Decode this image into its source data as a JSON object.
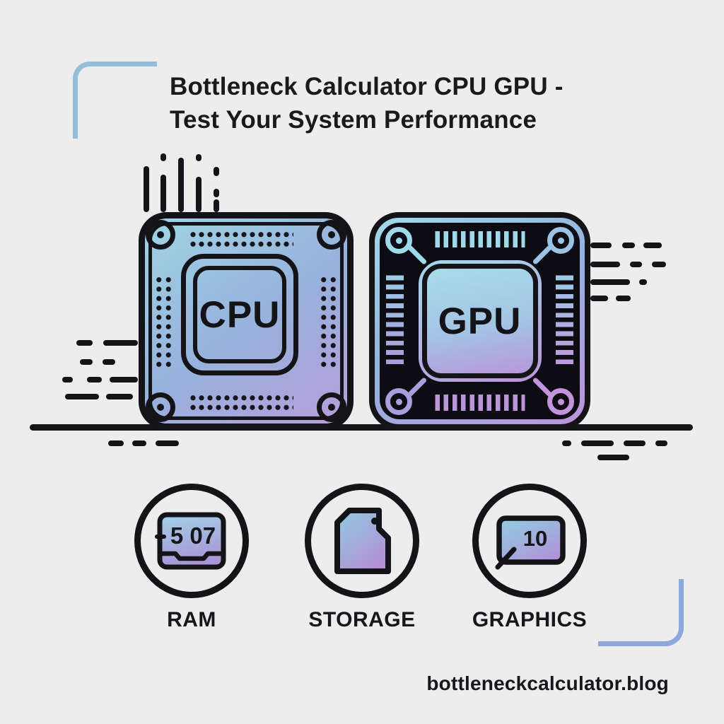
{
  "title": {
    "line1": "Bottleneck Calculator CPU GPU -",
    "line2": "Test Your System Performance"
  },
  "chips": {
    "cpu": {
      "label": "CPU"
    },
    "gpu": {
      "label": "GPU"
    }
  },
  "features": [
    {
      "label": "RAM",
      "icon": "ram-module-icon",
      "icon_text": "5 07"
    },
    {
      "label": "STORAGE",
      "icon": "sd-card-icon",
      "icon_text": ""
    },
    {
      "label": "GRAPHICS",
      "icon": "graphics-card-icon",
      "icon_text": "10"
    }
  ],
  "footer": {
    "website": "bottleneckcalculator.blog"
  },
  "colors": {
    "background": "#EDEDEE",
    "ink": "#131318",
    "accent_teal": "#9FD4E4",
    "accent_blue": "#97B2DC",
    "accent_purple": "#B79DDB",
    "bracket_blue": "#93BEDB"
  }
}
